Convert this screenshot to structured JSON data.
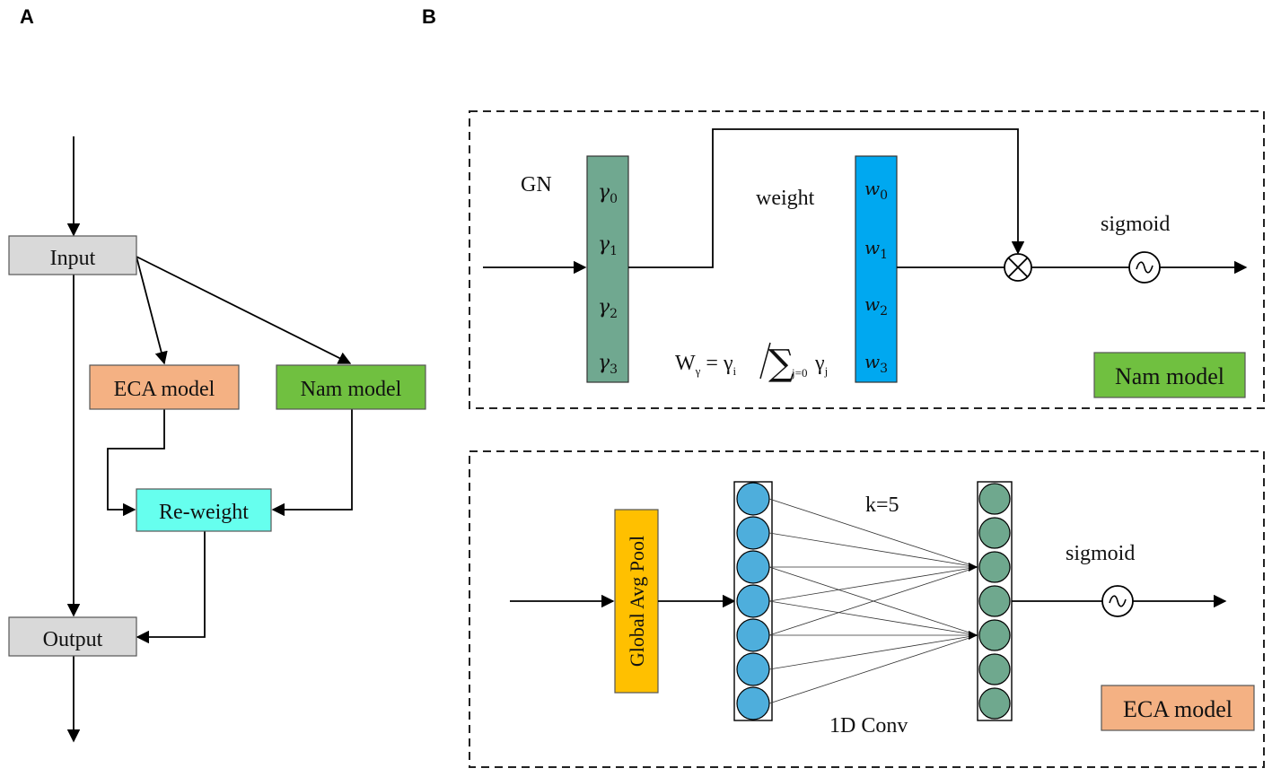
{
  "panels": {
    "a": "A",
    "b": "B"
  },
  "flow": {
    "input": "Input",
    "eca": "ECA model",
    "nam": "Nam model",
    "reweight": "Re-weight",
    "output": "Output"
  },
  "nam_block": {
    "gn": "GN",
    "gammas": [
      "γ0",
      "γ1",
      "γ2",
      "γ3"
    ],
    "weight_label": "weight",
    "weights": [
      "w0",
      "w1",
      "w2",
      "w3"
    ],
    "sigmoid": "sigmoid",
    "formula": "Wγ = γi / ∑ j=0 γj",
    "tag": "Nam model"
  },
  "eca_block": {
    "pool": "Global Avg Pool",
    "kernel": "k=5",
    "conv": "1D Conv",
    "sigmoid": "sigmoid",
    "tag": "ECA model"
  },
  "colors": {
    "input_box": "#d9d9d9",
    "eca": "#f4b183",
    "nam": "#70c040",
    "reweight": "#66ffee",
    "gn_column": "#70a890",
    "weight_column": "#00a8f0",
    "pool": "#ffc000",
    "circle_blue": "#4eaedc",
    "circle_green": "#6fa88e"
  }
}
